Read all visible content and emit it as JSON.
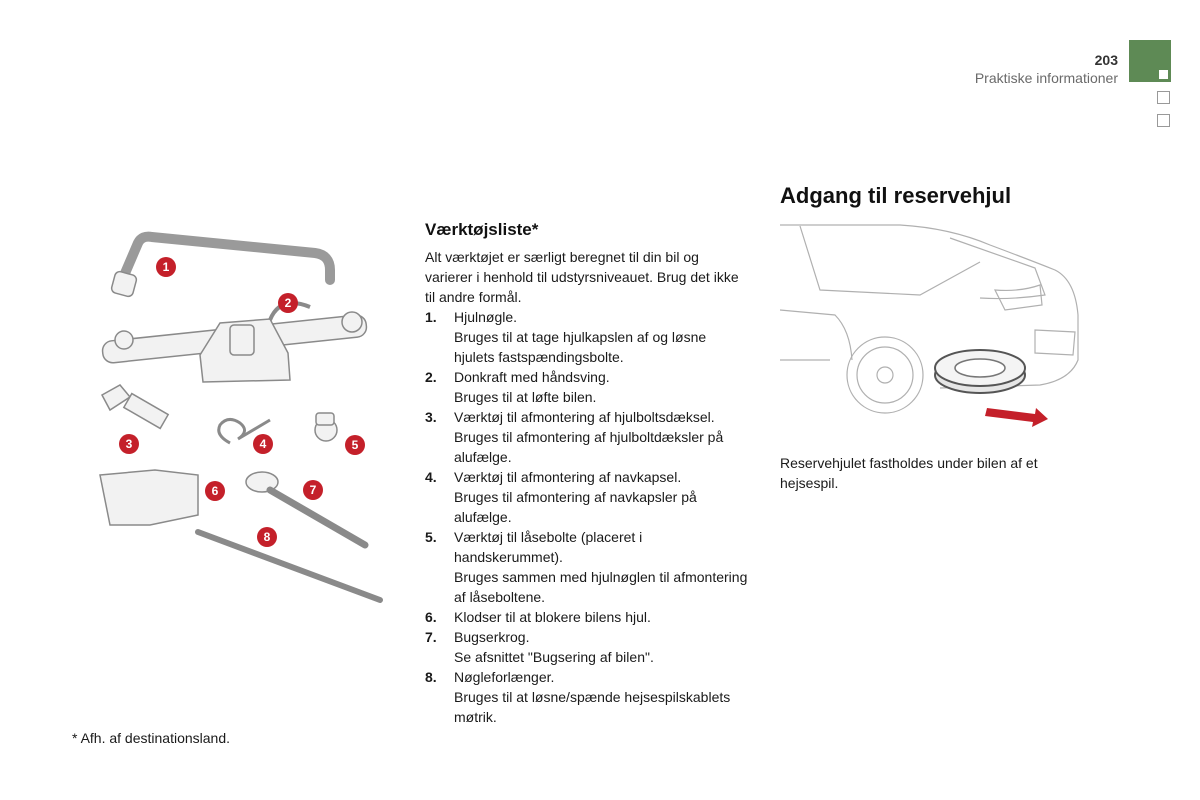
{
  "header": {
    "page_number": "203",
    "section": "Praktiske informationer"
  },
  "tools": {
    "heading": "Værktøjsliste*",
    "intro": "Alt værktøjet er særligt beregnet til din bil og varierer i henhold til udstyrsniveauet. Brug det ikke til andre formål.",
    "callouts": [
      "1",
      "2",
      "3",
      "4",
      "5",
      "6",
      "7",
      "8"
    ],
    "items": [
      {
        "num": "1.",
        "lines": [
          "Hjulnøgle.",
          "Bruges til at tage hjulkapslen af og løsne hjulets fastspændingsbolte."
        ]
      },
      {
        "num": "2.",
        "lines": [
          "Donkraft med håndsving.",
          "Bruges til at løfte bilen."
        ]
      },
      {
        "num": "3.",
        "lines": [
          "Værktøj til afmontering af hjulboltsdæksel.",
          "Bruges til afmontering af hjulboltdæksler på alufælge."
        ]
      },
      {
        "num": "4.",
        "lines": [
          "Værktøj til afmontering af navkapsel.",
          "Bruges til afmontering af navkapsler på alufælge."
        ]
      },
      {
        "num": "5.",
        "lines": [
          "Værktøj til låsebolte (placeret i handskerummet).",
          "Bruges sammen med hjulnøglen til afmontering af låseboltene."
        ]
      },
      {
        "num": "6.",
        "lines": [
          "Klodser til at blokere bilens hjul."
        ]
      },
      {
        "num": "7.",
        "lines": [
          "Bugserkrog.",
          "Se afsnittet \"Bugsering af bilen\"."
        ]
      },
      {
        "num": "8.",
        "lines": [
          "Nøgleforlænger.",
          "Bruges til at løsne/spænde hejsespilskablets møtrik."
        ]
      }
    ]
  },
  "footnote": "* Afh. af destinationsland.",
  "spare_wheel": {
    "heading": "Adgang til reservehjul",
    "text": "Reservehjulet fastholdes under bilen af et hejsespil."
  },
  "colors": {
    "accent_green": "#5e8a55",
    "callout_red": "#c4202a"
  }
}
